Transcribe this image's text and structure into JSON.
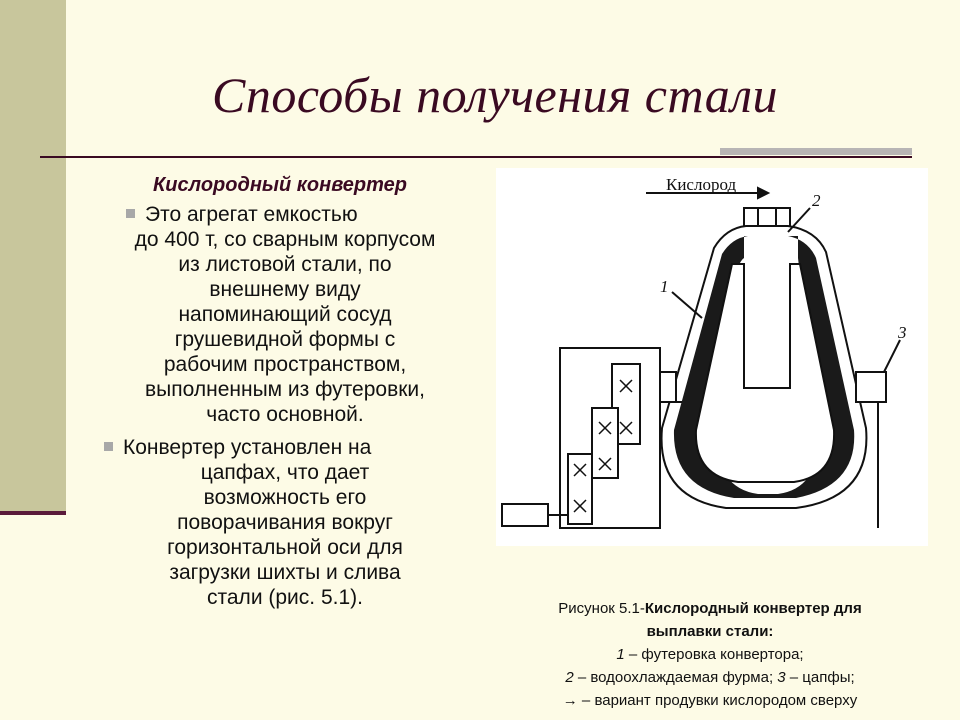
{
  "slide": {
    "title": "Способы получения стали",
    "subtitle": "Кислородный конвертер",
    "bullet1_lines": [
      "Это агрегат емкостью",
      "до 400 т, со сварным корпусом",
      "из листовой стали, по",
      "внешнему виду",
      "напоминающий сосуд",
      "грушевидной формы с",
      "рабочим пространством,",
      "выполненным из футеровки,",
      "часто основной."
    ],
    "bullet2_lines": [
      "Конвертер установлен на",
      "цапфах, что дает",
      "возможность его",
      "поворачивания вокруг",
      "горизонтальной оси для",
      "загрузки шихты и слива",
      "стали (рис. 5.1)."
    ]
  },
  "figure": {
    "label_oxygen": "Кислород",
    "num1": "1",
    "num2": "2",
    "num3": "3"
  },
  "caption": {
    "prefix": "Рисунок 5.1-",
    "bold1": "Кислородный конвертер для",
    "bold2": "выплавки стали:",
    "n1": "1",
    "t1": " – футеровка конвертора;",
    "n2": "2",
    "t2": " – водоохлаждаемая фурма; ",
    "n3": "3",
    "t3": " – цапфы;",
    "arrow_line": "→ – вариант продувки кислородом сверху"
  },
  "colors": {
    "background": "#fdfbe6",
    "sidebar": "#c8c69c",
    "title": "#3a0a22",
    "accent_bar": "#b8b5b5"
  }
}
